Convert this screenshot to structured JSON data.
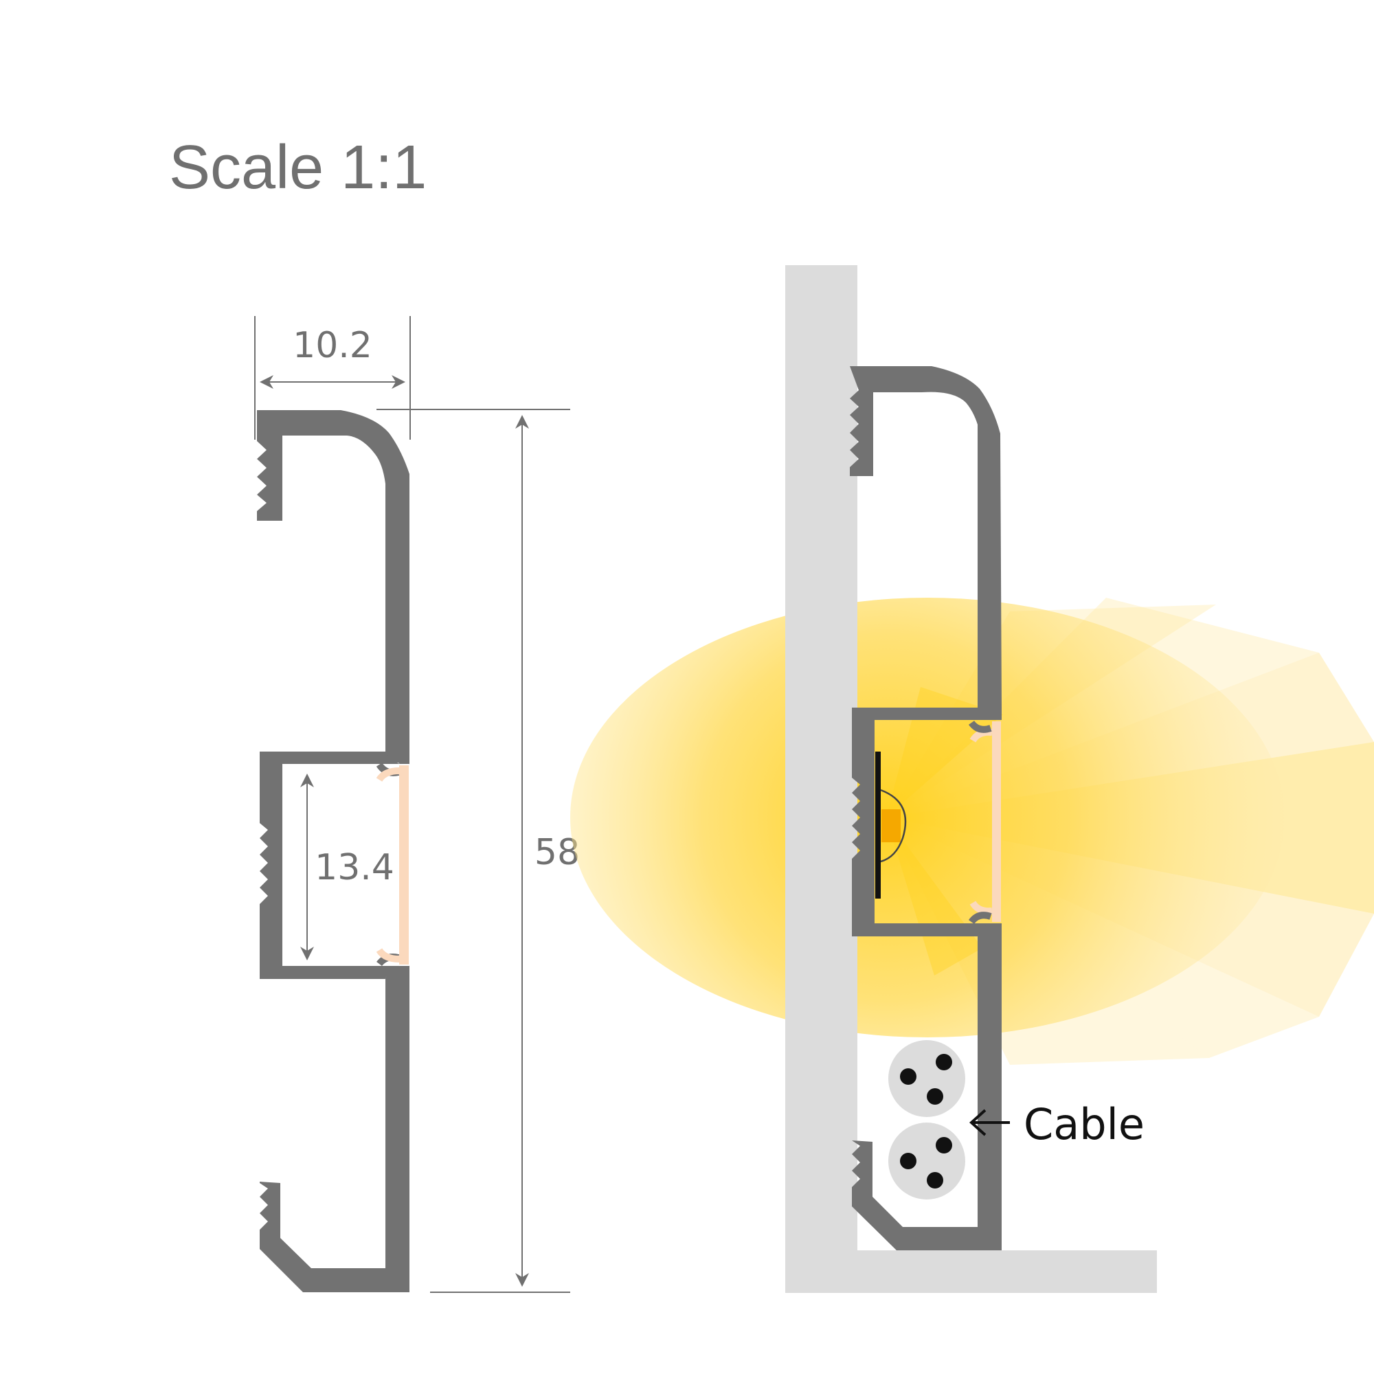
{
  "title": "Scale 1:1",
  "dimensions": {
    "width": "10.2",
    "height": "58",
    "channel": "13.4"
  },
  "labels": {
    "cable": "Cable"
  },
  "colors": {
    "profile": "#727272",
    "wall": "#dcdcdc",
    "diffuser": "#fbd9bd",
    "led_chip": "#f5a800",
    "light_glow": "#ffd21f",
    "cable_jacket": "#dcdcdc",
    "cable_core": "#111111",
    "dimension_line": "#707070"
  }
}
